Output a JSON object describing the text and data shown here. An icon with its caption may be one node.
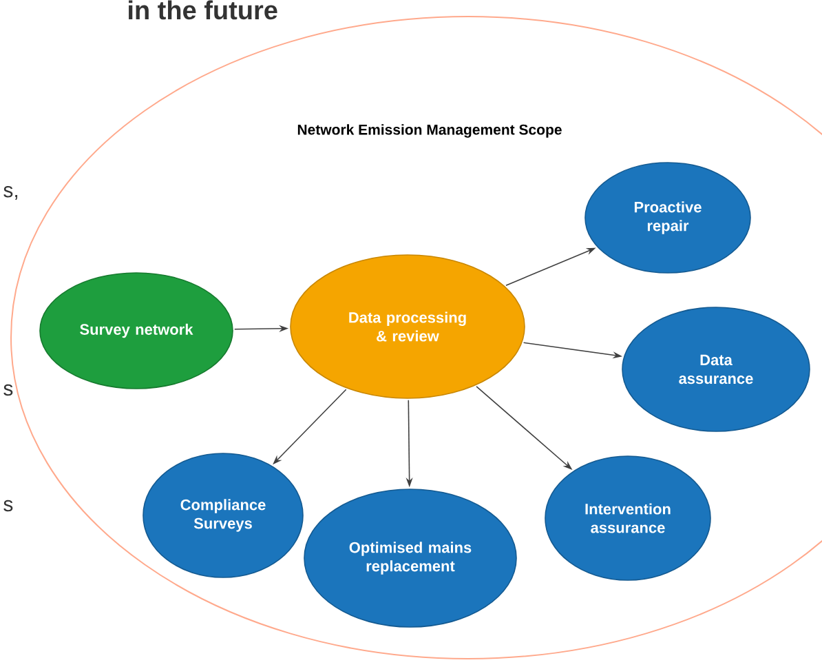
{
  "diagram": {
    "title": "in the future",
    "nodes": [
      {
        "text": [
          "Network Emission Management Scope"
        ]
      },
      {
        "text": [
          "Survey network"
        ],
        "in": 0
      },
      {
        "text": [
          "Data processing & review"
        ],
        "in": 0
      },
      {
        "text": [
          "Proactive repair"
        ],
        "in": 0
      },
      {
        "text": [
          "Data assurance"
        ],
        "in": 0
      },
      {
        "text": [
          "Compliance Surveys"
        ],
        "in": 0
      },
      {
        "text": [
          "Optimised mains replacement"
        ],
        "in": 0
      },
      {
        "text": [
          "Intervention assurance"
        ],
        "in": 0
      }
    ],
    "edges": [
      {
        "from": 1,
        "to": 2,
        "arrow": "to"
      },
      {
        "from": 2,
        "to": 3,
        "arrow": "to"
      },
      {
        "from": 2,
        "to": 4,
        "arrow": "to"
      },
      {
        "from": 2,
        "to": 5,
        "arrow": "to"
      },
      {
        "from": 2,
        "to": 6,
        "arrow": "to"
      },
      {
        "from": 2,
        "to": 7,
        "arrow": "to"
      }
    ],
    "labels": [
      "s,",
      "s",
      "s"
    ]
  }
}
